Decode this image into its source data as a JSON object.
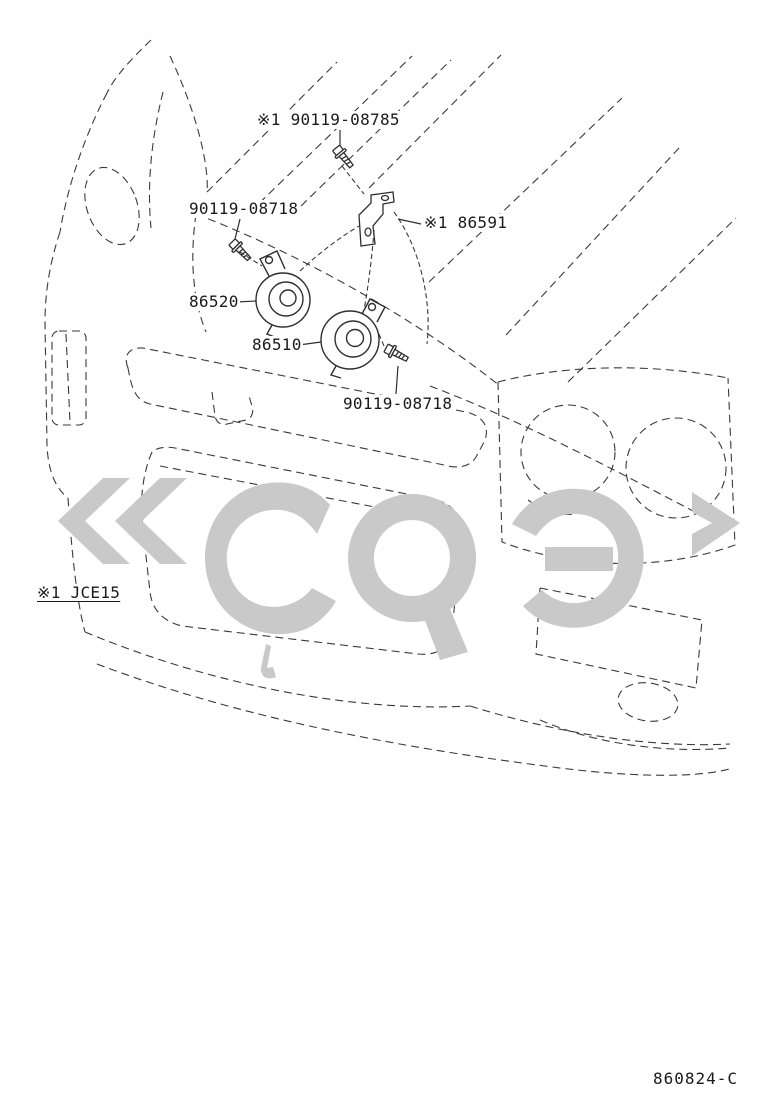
{
  "diagram": {
    "code": "860824-C",
    "model_note": "※1 JCE15"
  },
  "labels": {
    "bolt_top": "※1 90119-08785",
    "bolt_left": "90119-08718",
    "bracket": "※1 86591",
    "horn_upper": "86520",
    "horn_lower": "86510",
    "bolt_lower": "90119-08718"
  },
  "icons": {
    "watermark": "gray-logo-watermark"
  },
  "colors": {
    "line": "#3a3a3a",
    "hardware_line": "#2f2f2f",
    "watermark": "#c9c9c9",
    "text": "#1a1a1a",
    "background": "#ffffff"
  }
}
